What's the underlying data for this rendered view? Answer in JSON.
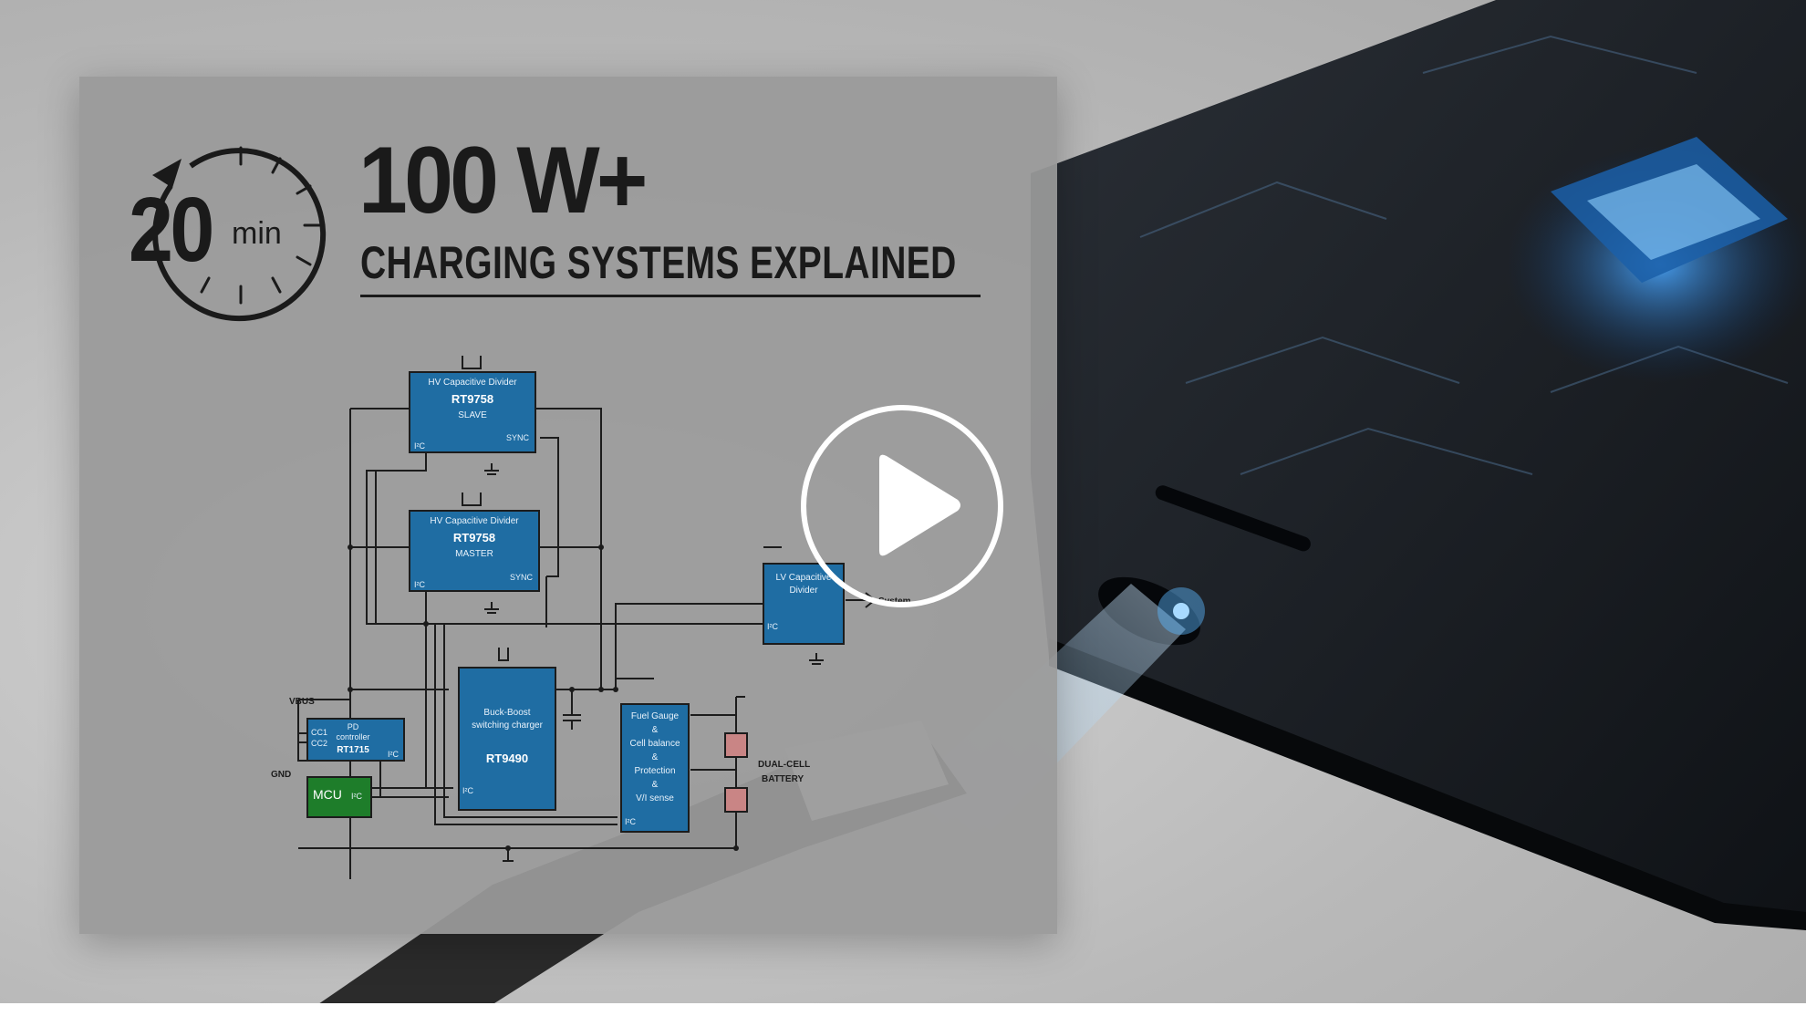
{
  "video": {
    "timer_value": "20",
    "timer_unit": "min",
    "title": "100 W+",
    "subtitle": "CHARGING SYSTEMS EXPLAINED"
  },
  "schematic": {
    "slave": {
      "heading": "HV Capacitive Divider",
      "part": "RT9758",
      "role": "SLAVE",
      "sync": "SYNC",
      "i2c": "I²C"
    },
    "master": {
      "heading": "HV Capacitive Divider",
      "part": "RT9758",
      "role": "MASTER",
      "sync": "SYNC",
      "i2c": "I²C"
    },
    "lv": {
      "line1": "LV Capacitive",
      "line2": "Divider",
      "i2c": "I²C",
      "out": "System"
    },
    "buck": {
      "line1": "Buck-Boost",
      "line2": "switching charger",
      "part": "RT9490",
      "i2c": "I²C"
    },
    "fuel": {
      "lines": [
        "Fuel Gauge",
        "&",
        "Cell balance",
        "&",
        "Protection",
        "&",
        "V/I sense"
      ],
      "i2c": "I²C"
    },
    "pd": {
      "cc1": "CC1",
      "cc2": "CC2",
      "line1": "PD",
      "line2": "controller",
      "part": "RT1715",
      "i2c": "I²C"
    },
    "mcu": {
      "label": "MCU",
      "i2c": "I²C"
    },
    "vbus": "VBUS",
    "gnd": "GND",
    "battery_line1": "DUAL-CELL",
    "battery_line2": "BATTERY"
  },
  "colors": {
    "chip_blue": "#1f6da3",
    "mcu_green": "#1e7d2a",
    "wire": "#1c1c1c"
  },
  "controls": {
    "play_icon": "play-icon"
  }
}
